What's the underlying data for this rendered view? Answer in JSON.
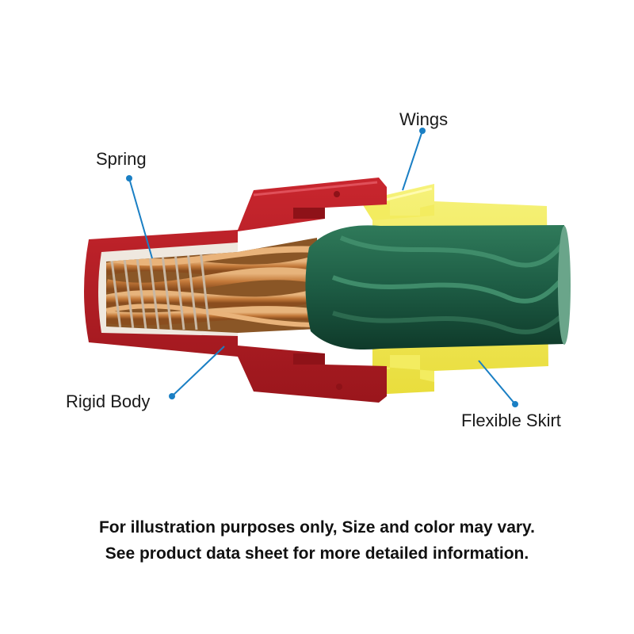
{
  "labels": {
    "spring": "Spring",
    "wings": "Wings",
    "rigid_body": "Rigid Body",
    "flexible_skirt": "Flexible Skirt"
  },
  "disclaimer": {
    "line1": "For illustration purposes only, Size and color may vary.",
    "line2": "See product data sheet for more detailed information."
  },
  "colors": {
    "body_red": "#b51d24",
    "body_red_dark": "#8e1218",
    "skirt_yellow": "#f0ea55",
    "wire_green": "#1c5a42",
    "copper": "#c47a3a",
    "callout_blue": "#1a7fc4"
  }
}
